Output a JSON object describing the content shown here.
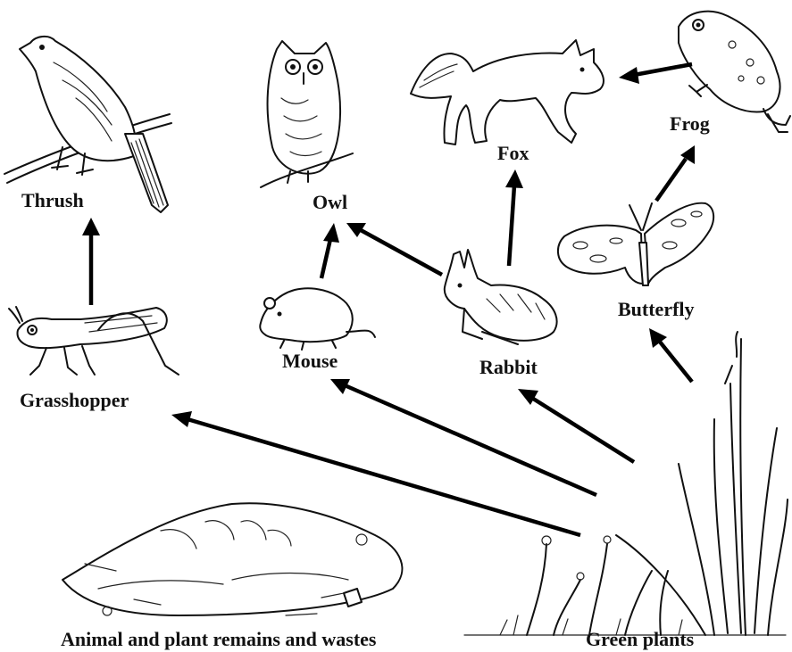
{
  "labels": {
    "thrush": "Thrush",
    "owl": "Owl",
    "fox": "Fox",
    "frog": "Frog",
    "grasshopper": "Grasshopper",
    "mouse": "Mouse",
    "rabbit": "Rabbit",
    "butterfly": "Butterfly",
    "remains": "Animal and plant remains and wastes",
    "green_plants": "Green plants"
  },
  "icons": [
    "thrush-illustration",
    "owl-illustration",
    "fox-illustration",
    "frog-illustration",
    "grasshopper-illustration",
    "mouse-illustration",
    "rabbit-illustration",
    "butterfly-illustration",
    "remains-illustration",
    "green-plants-illustration"
  ],
  "colors": {
    "ink": "#000000",
    "background": "#ffffff"
  }
}
